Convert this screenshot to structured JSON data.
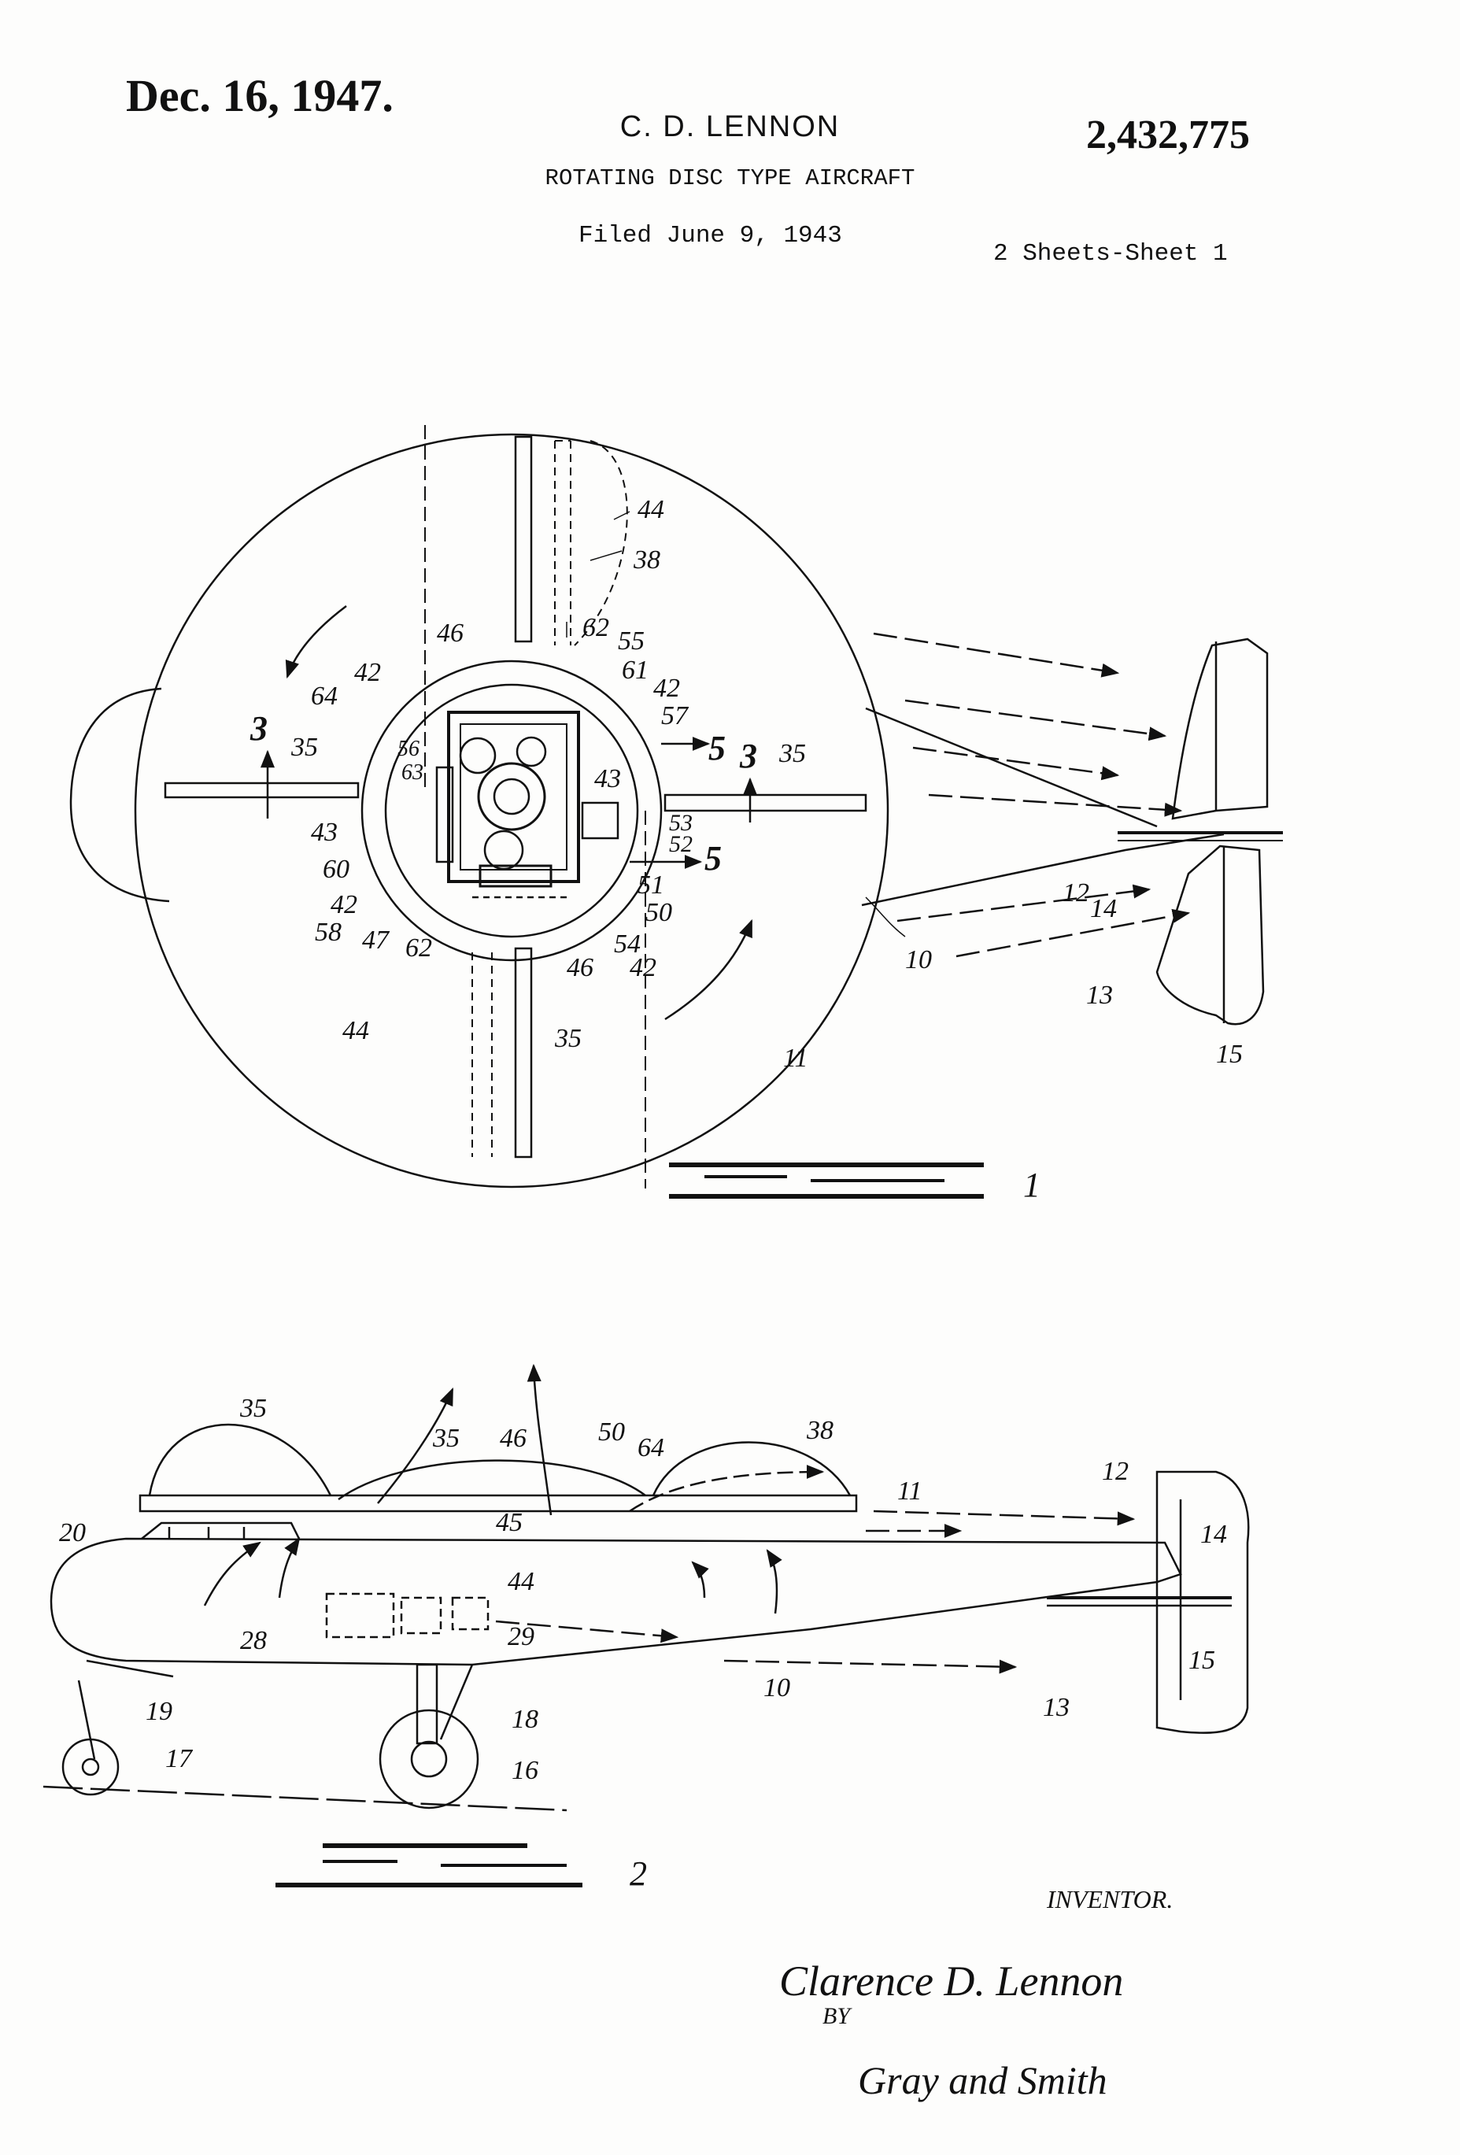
{
  "header": {
    "date": "Dec. 16, 1947.",
    "inventor_name": "C. D. LENNON",
    "patent_number": "2,432,775",
    "title": "ROTATING DISC TYPE AIRCRAFT",
    "filed": "Filed June 9, 1943",
    "sheets": "2 Sheets-Sheet 1"
  },
  "figure1": {
    "label": "1",
    "refs": {
      "r44a": "44",
      "r38a": "38",
      "r46a": "46",
      "r62a": "62",
      "r55a": "55",
      "r61": "61",
      "r42a": "42",
      "r42b": "42",
      "r64a": "64",
      "r57": "57",
      "r3a": "3",
      "r5a": "5",
      "r3b": "3",
      "r35a": "35",
      "r35b": "35",
      "r56": "56",
      "r63": "63",
      "r43a": "43",
      "r43b": "43",
      "r53": "53",
      "r52": "52",
      "r5b": "5",
      "r51": "51",
      "r60": "60",
      "r50": "50",
      "r42c": "42",
      "r58": "58",
      "r47": "47",
      "r62b": "62",
      "r54": "54",
      "r46b": "46",
      "r42d": "42",
      "r44b": "44",
      "r35c": "35",
      "r11": "11",
      "r10": "10",
      "r12": "12",
      "r14": "14",
      "r13": "13",
      "r15": "15"
    }
  },
  "figure2": {
    "label": "2",
    "refs": {
      "r35a": "35",
      "r35b": "35",
      "r46": "46",
      "r50": "50",
      "r64": "64",
      "r38": "38",
      "r12": "12",
      "r11": "11",
      "r20": "20",
      "r45": "45",
      "r44": "44",
      "r14": "14",
      "r28": "28",
      "r29": "29",
      "r10": "10",
      "r15": "15",
      "r13": "13",
      "r19": "19",
      "r18": "18",
      "r17": "17",
      "r16": "16"
    }
  },
  "footer": {
    "inventor_label": "INVENTOR.",
    "signature": "Clarence D. Lennon",
    "by_label": "BY",
    "attorney_signature": "Gray and Smith"
  }
}
